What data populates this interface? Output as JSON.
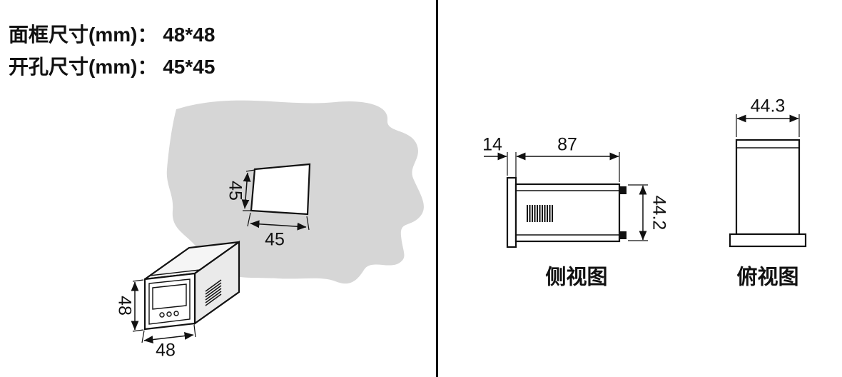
{
  "page": {
    "title_line1": "面框尺寸(mm)： 48*48",
    "title_line2": "开孔尺寸(mm)： 45*45"
  },
  "panel_cutout": {
    "hole_height": "45",
    "hole_width": "45"
  },
  "meter_3d": {
    "height": "48",
    "width": "48"
  },
  "side_view": {
    "flange_depth": "14",
    "body_length": "87",
    "body_height": "44.2",
    "caption": "侧视图"
  },
  "top_view": {
    "body_width": "44.3",
    "caption": "俯视图"
  },
  "colors": {
    "panel_fill": "#d6d6d6",
    "line_ink": "#111111",
    "background": "#ffffff"
  }
}
